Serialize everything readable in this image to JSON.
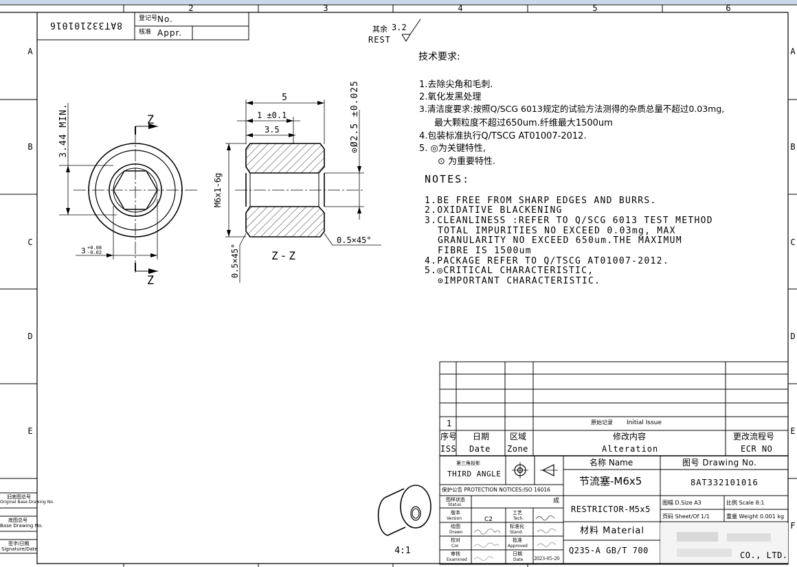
{
  "border": {
    "columns": [
      "2",
      "3",
      "4",
      "5",
      "6"
    ],
    "rows": [
      "A",
      "B",
      "C",
      "D",
      "E",
      "F"
    ]
  },
  "top_box": {
    "drawing_no_inverted": "8AT332101016",
    "reg_label": "登记号",
    "reg_en": "No.",
    "appr_label": "核准",
    "appr_en": "Appr."
  },
  "roughness": {
    "text": "其余",
    "value": "3.2",
    "en": "REST"
  },
  "requirements": {
    "heading": "技术要求:",
    "items": [
      "1.去除尖角和毛刺.",
      "2.氧化发黑处理",
      "3.清洁度要求:按照Q/SCG 6013规定的试验方法测得的杂质总量不超过0.03mg,",
      "最大颗粒度不超过650um.纤维最大1500um",
      "4.包装标准执行Q/TSCG AT01007-2012.",
      "5. ◎为关键特性,",
      "⊙ 为重要特性."
    ]
  },
  "notes": {
    "heading": "NOTES:",
    "items": [
      "1.BE FREE FROM SHARP EDGES AND BURRS.",
      "2.OXIDATIVE BLACKENING",
      "3.CLEANLINESS :REFER TO Q/SCG 6013 TEST METHOD",
      "TOTAL IMPURITIES NO EXCEED 0.03mg, MAX",
      "GRANULARITY NO EXCEED 650um.THE MAXIMUM",
      "FIBRE IS 1500um",
      "4.PACKAGE REFER TO Q/TSCG AT01007-2012.",
      "5.◎CRITICAL CHARACTERISTIC,",
      "⊙IMPORTANT CHARACTERISTIC."
    ]
  },
  "dimensions": {
    "min_len": "3.44 MIN.",
    "hex_width": "3",
    "hex_tol_upper": "+0.08",
    "hex_tol_lower": "-0.02",
    "section_mark": "Z",
    "section_label": "Z-Z",
    "length": "5",
    "groove": "1 ±0.1",
    "depth": "3.5",
    "thread": "M6x1-6g",
    "bore": "⊙Ø2.5 ±0.025",
    "chamfer_right": "0.5×45°",
    "chamfer_left": "0.5×45°",
    "iso_scale": "4:1"
  },
  "revision": {
    "rev_no": "1",
    "initial_cn": "原始记录",
    "initial_en": "Initial Issue",
    "headers": {
      "iss_cn": "序号",
      "iss_en": "ISS",
      "date_cn": "日期",
      "date_en": "Date",
      "zone_cn": "区域",
      "zone_en": "Zone",
      "alt_cn": "修改内容",
      "alt_en": "Alteration",
      "ecr_cn": "更改流程号",
      "ecr_en": "ECR NO"
    }
  },
  "title_block": {
    "projection_cn": "第三角投影",
    "projection_en": "THIRD ANGLE",
    "name_cn": "名称",
    "name_en": "Name",
    "drawing_no_cn": "图号",
    "drawing_no_en": "Drawing No.",
    "part_name_cn": "节流塞-M6x5",
    "drawing_no": "8AT332101016",
    "protection": "保护公告 PROTECTION NOTICES:ISO 16016",
    "part_name_en": "RESTRICTOR-M5x5",
    "size_label": "图幅 D.Size A3",
    "scale_label": "比例 Scale 8:1",
    "sheet_label": "页码 Sheet/Of 1/1",
    "weight_label": "重量 Weight 0.001 kg",
    "material_cn": "材料",
    "material_en": "Material",
    "material": "Q235-A GB/T 700",
    "company_tail": "CO., LTD.",
    "status_cn": "图样状态",
    "status_en": "Status",
    "status_value": "成",
    "version_cn": "版本",
    "version_en": "Version",
    "version_value": "C2",
    "tech_cn": "工艺",
    "tech_en": "Tech.",
    "drawn_cn": "绘图",
    "drawn_en": "Drawn",
    "stand_cn": "标准化",
    "stand_en": "Stand.",
    "cor_cn": "校对",
    "cor_en": "Cor.",
    "approved_cn": "批准",
    "approved_en": "Approved",
    "examined_cn": "审核",
    "examined_en": "Examined",
    "date_cn": "日期",
    "date_en": "Date",
    "date_value": "2023-05-20"
  },
  "left_strip": [
    {
      "cn": "旧底图总号",
      "en": "Original Base Drawing No."
    },
    {
      "cn": "底图总号",
      "en": "Base Drawing No."
    },
    {
      "cn": "签字/日期",
      "en": "Signature/Date"
    }
  ]
}
